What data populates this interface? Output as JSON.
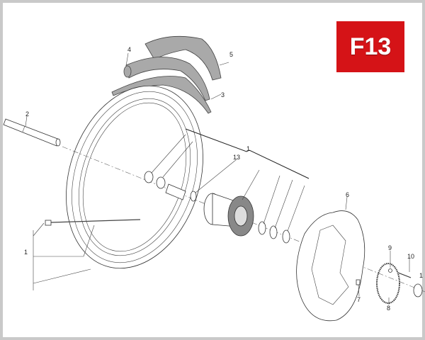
{
  "diagram": {
    "figure_code": "F13",
    "badge_color": "#d51317",
    "callouts": {
      "wheel_assembly": "1",
      "axle": "2",
      "rim_tape": "3",
      "inner_tube": "4",
      "tyre": "5",
      "brake_disc": "6",
      "disc_screw": "7",
      "abs_ring": "8",
      "washer": "9",
      "abs_screw": "10",
      "spacer_edge": "1",
      "bearing_spacer": "13",
      "brace_group": "1"
    }
  }
}
